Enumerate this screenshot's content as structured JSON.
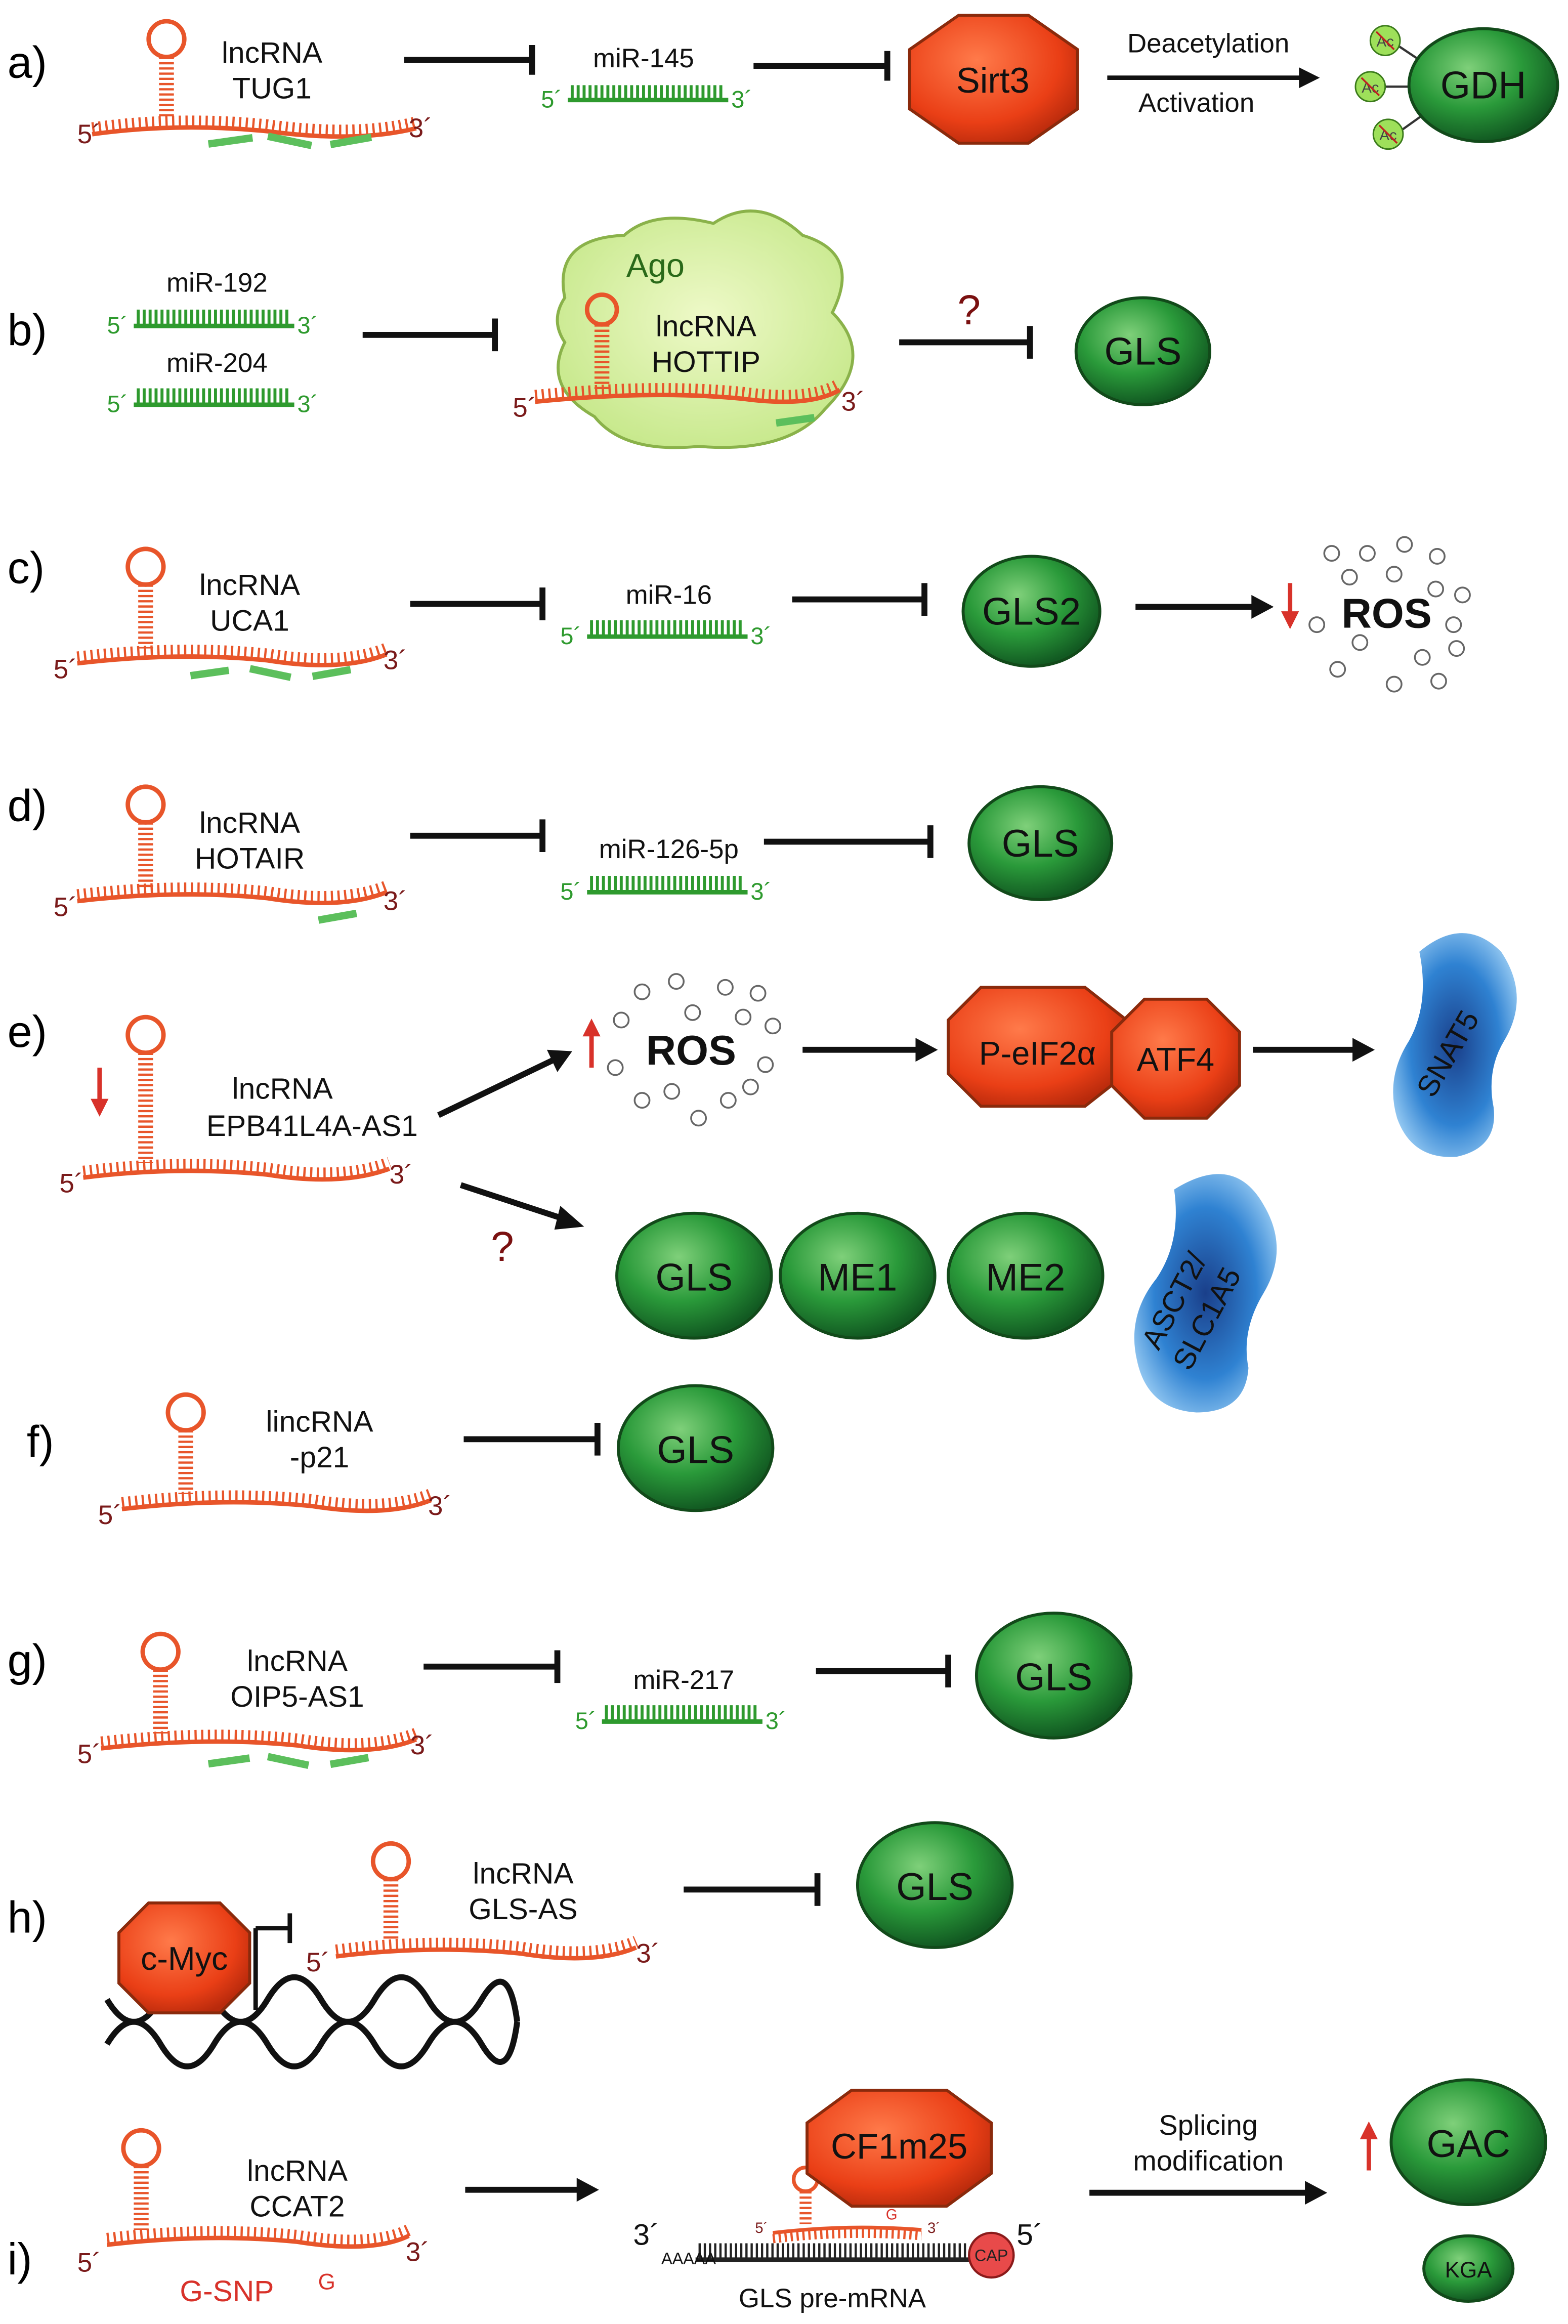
{
  "panels": {
    "a": {
      "label": "a)",
      "lnc": [
        "lncRNA",
        "TUG1"
      ],
      "mir": "miR-145",
      "target": "Sirt3",
      "arrow_top": "Deacetylation",
      "arrow_bottom": "Activation",
      "enzyme": "GDH",
      "ac": "Ac"
    },
    "b": {
      "label": "b)",
      "mir1": "miR-192",
      "mir2": "miR-204",
      "ago": "Ago",
      "lnc": [
        "lncRNA",
        "HOTTIP"
      ],
      "question": "?",
      "target": "GLS"
    },
    "c": {
      "label": "c)",
      "lnc": [
        "lncRNA",
        "UCA1"
      ],
      "mir": "miR-16",
      "target": "GLS2",
      "ros": "ROS"
    },
    "d": {
      "label": "d)",
      "lnc": [
        "lncRNA",
        "HOTAIR"
      ],
      "mir": "miR-126-5p",
      "target": "GLS"
    },
    "e": {
      "label": "e)",
      "lnc": [
        "lncRNA",
        "EPB41L4A-AS1"
      ],
      "ros": "ROS",
      "peif": "P-eIF2α",
      "atf4": "ATF4",
      "snat5": "SNAT5",
      "question": "?",
      "enzymes": [
        "GLS",
        "ME1",
        "ME2"
      ],
      "asct2": [
        "ASCT2/",
        "SLC1A5"
      ]
    },
    "f": {
      "label": "f)",
      "lnc": [
        "lincRNA",
        "-p21"
      ],
      "target": "GLS"
    },
    "g": {
      "label": "g)",
      "lnc": [
        "lncRNA",
        "OIP5-AS1"
      ],
      "mir": "miR-217",
      "target": "GLS"
    },
    "h": {
      "label": "h)",
      "cmyc": "c-Myc",
      "lnc": [
        "lncRNA",
        "GLS-AS"
      ],
      "target": "GLS"
    },
    "i": {
      "label": "i)",
      "lnc": [
        "lncRNA",
        "CCAT2"
      ],
      "snp": "G-SNP",
      "g": "G",
      "cf": "CF1m25",
      "polyA": "AAAAA",
      "cap": "CAP",
      "premrna": "GLS pre-mRNA",
      "arrow_top": "Splicing",
      "arrow_bottom": "modification",
      "gac": "GAC",
      "kga": "KGA"
    }
  },
  "strands": {
    "five": "5´",
    "three": "3´"
  },
  "colors": {
    "rna": "#e8552a",
    "mir": "#2e9a2e",
    "dark": "#7a1a1a",
    "green_node": "#1f8a3a",
    "red_node": "#e8401c",
    "question": "#7a1010",
    "up_down": "#d8322a",
    "blue": "#2c7fd0"
  }
}
